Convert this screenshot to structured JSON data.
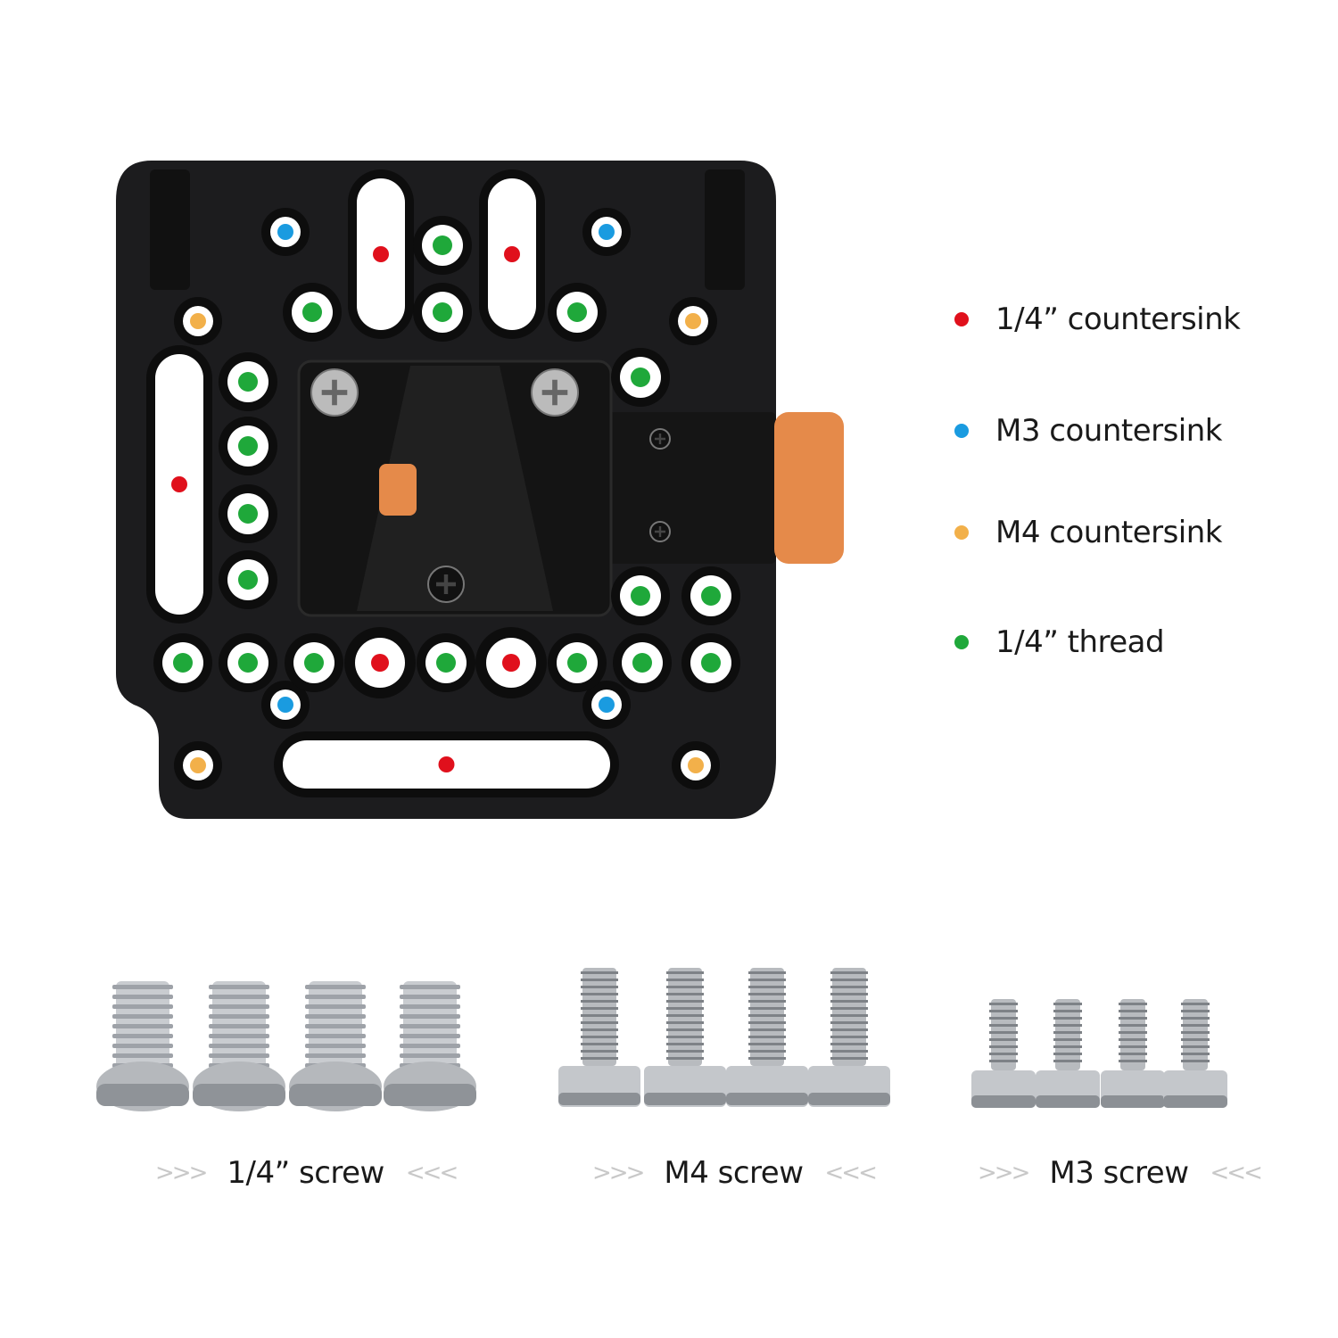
{
  "legend": [
    {
      "label": "1/4” countersink",
      "color": "#e0101c"
    },
    {
      "label": "M3 countersink",
      "color": "#1a9be0"
    },
    {
      "label": "M4 countersink",
      "color": "#f2b04a"
    },
    {
      "label": "1/4” thread",
      "color": "#1fa83a"
    }
  ],
  "screws": [
    {
      "label": "1/4” screw",
      "left_arrows": ">>>",
      "right_arrows": "<<<"
    },
    {
      "label": "M4 screw",
      "left_arrows": ">>>",
      "right_arrows": "<<<"
    },
    {
      "label": "M3 screw",
      "left_arrows": ">>>",
      "right_arrows": "<<<"
    }
  ],
  "colors": {
    "plate": "#1c1c1e",
    "accent_orange": "#e58a4a"
  }
}
